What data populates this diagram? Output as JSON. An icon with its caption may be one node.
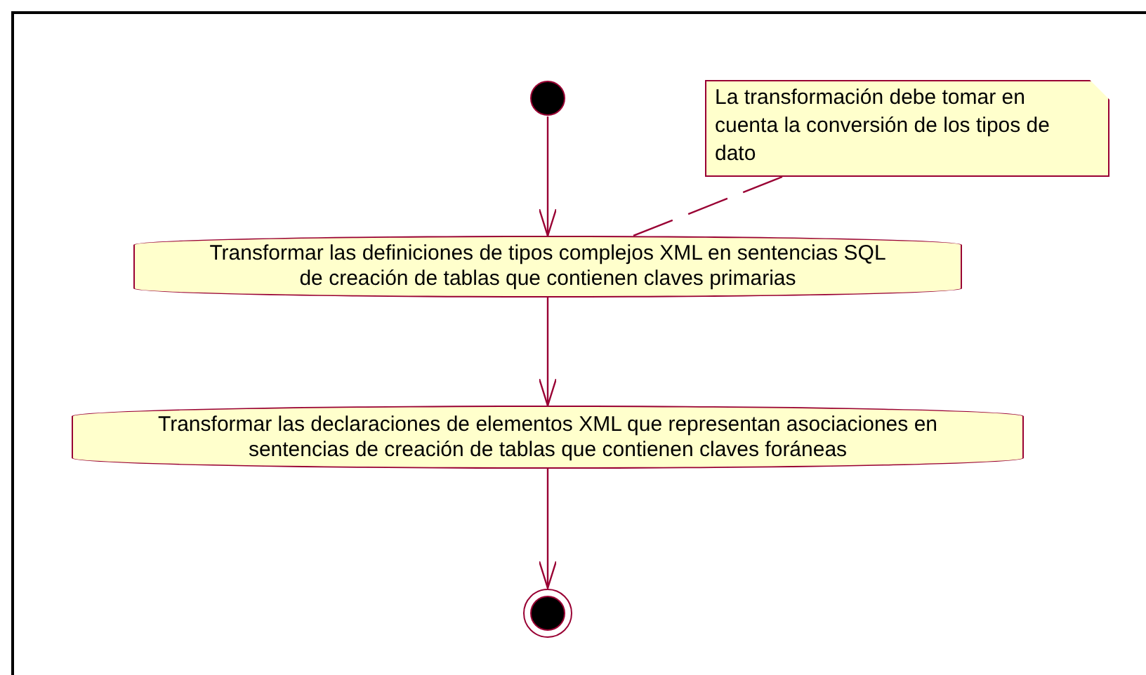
{
  "diagram": {
    "nodes": [
      {
        "text": [],
        "shape": "circle"
      },
      {
        "text": [
          "La transformación debe tomar en cuenta la conversión de los tipos de dato"
        ]
      },
      {
        "text": [
          "Transformar las definiciones de tipos complejos XML en sentencias SQL de creación de tablas que contienen claves primarias"
        ]
      },
      {
        "text": [
          "Transformar las declaraciones de elementos XML que representan asociaciones en sentencias de creación de tablas que contienen claves foráneas"
        ]
      },
      {
        "text": [],
        "shape": "bullseye"
      }
    ],
    "edges": [
      {
        "from": 0,
        "to": 2,
        "arrow": "to"
      },
      {
        "from": 1,
        "to": 2,
        "arrow": "none",
        "style": "dashed"
      },
      {
        "from": 2,
        "to": 3,
        "arrow": "to"
      },
      {
        "from": 3,
        "to": 4,
        "arrow": "to"
      }
    ]
  }
}
